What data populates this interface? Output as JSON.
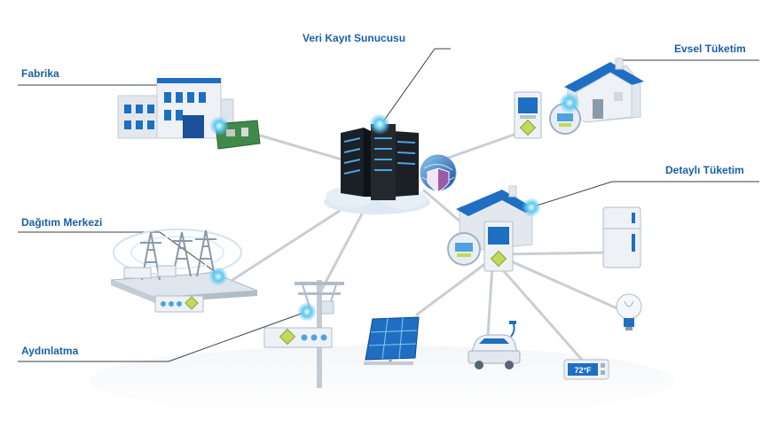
{
  "labels": {
    "server": "Veri Kayıt Sunucusu",
    "factory": "Fabrika",
    "home": "Evsel Tüketim",
    "detailed": "Detaylı Tüketim",
    "distribution": "Dağıtım Merkezi",
    "lighting": "Aydınlatma"
  },
  "thermostat": {
    "reading": "72°F"
  },
  "colors": {
    "label_text": "#1a5fa8",
    "roof": "#1e6fc2",
    "wall": "#e3e8ee",
    "server": "#1b1f26",
    "link": "#c9ced4",
    "node_glow": "#5fc8f2"
  }
}
